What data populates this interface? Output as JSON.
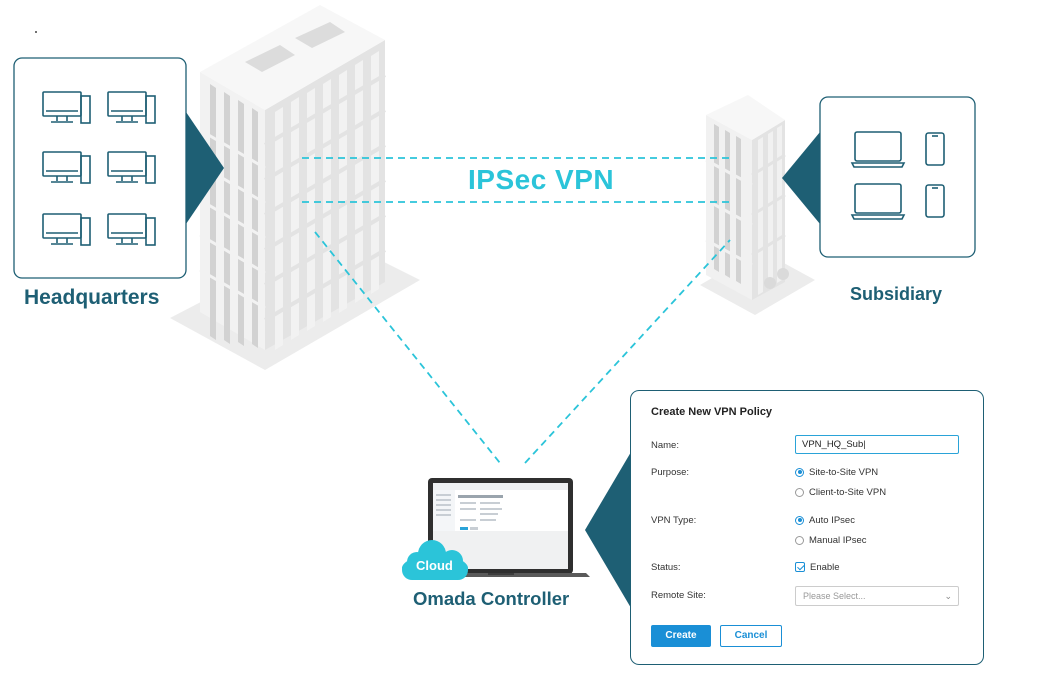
{
  "labels": {
    "headquarters": "Headquarters",
    "subsidiary": "Subsidiary",
    "vpn": "IPSec VPN",
    "cloud": "Cloud",
    "controller": "Omada Controller"
  },
  "form": {
    "title": "Create New VPN Policy",
    "name_label": "Name:",
    "name_value": "VPN_HQ_Sub",
    "purpose_label": "Purpose:",
    "purpose_options": [
      "Site-to-Site VPN",
      "Client-to-Site VPN"
    ],
    "purpose_selected": "Site-to-Site VPN",
    "vpn_type_label": "VPN Type:",
    "vpn_type_options": [
      "Auto IPsec",
      "Manual IPsec"
    ],
    "vpn_type_selected": "Auto IPsec",
    "status_label": "Status:",
    "status_option": "Enable",
    "status_checked": true,
    "remote_site_label": "Remote Site:",
    "remote_site_placeholder": "Please Select...",
    "create_label": "Create",
    "cancel_label": "Cancel"
  },
  "colors": {
    "dark_teal": "#1e5f74",
    "cyan": "#2bc4d9",
    "button_blue": "#1a8fd6"
  }
}
